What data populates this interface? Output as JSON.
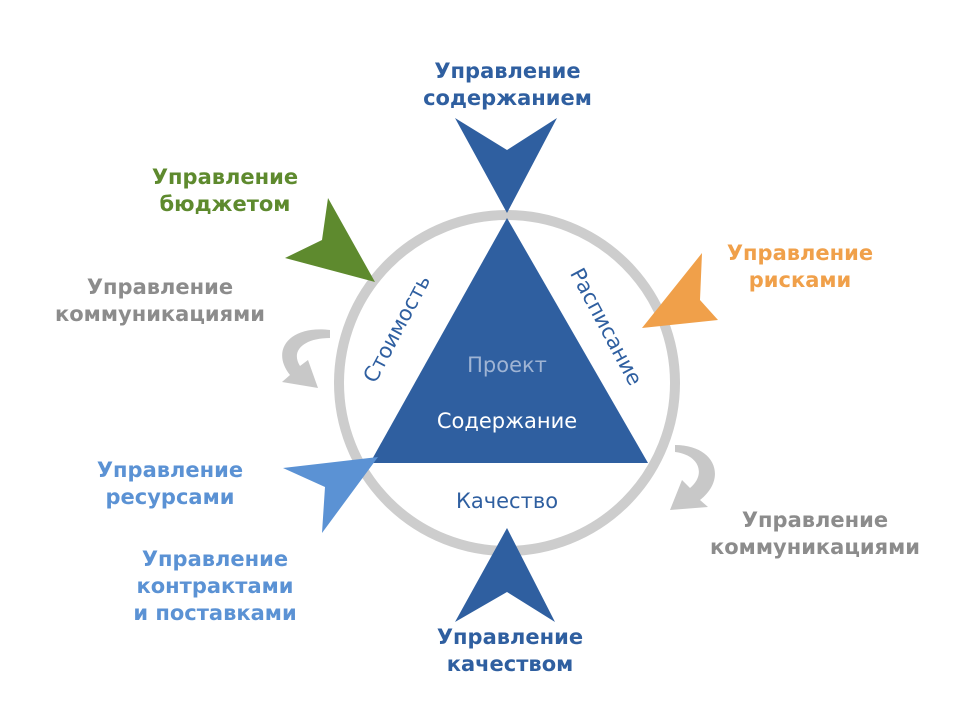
{
  "center": {
    "project": "Проект",
    "content": "Содержание",
    "cost": "Стоимость",
    "schedule": "Расписание",
    "quality": "Качество"
  },
  "labels": {
    "scope": [
      "Управление",
      "содержанием"
    ],
    "budget": [
      "Управление",
      "бюджетом"
    ],
    "risks": [
      "Управление",
      "рисками"
    ],
    "comm_left": [
      "Управление",
      "коммуникациями"
    ],
    "comm_right": [
      "Управление",
      "коммуникациями"
    ],
    "resources": [
      "Управление",
      "ресурсами"
    ],
    "contracts": [
      "Управление",
      "контрактами",
      "и поставками"
    ],
    "quality": [
      "Управление",
      "качеством"
    ]
  },
  "colors": {
    "blue": "#2f5fa0",
    "green": "#5e8a2e",
    "orange": "#f0a04a",
    "light_blue": "#5b92d4",
    "gray": "#8c8c8c",
    "ring": "#cdcdcd"
  }
}
